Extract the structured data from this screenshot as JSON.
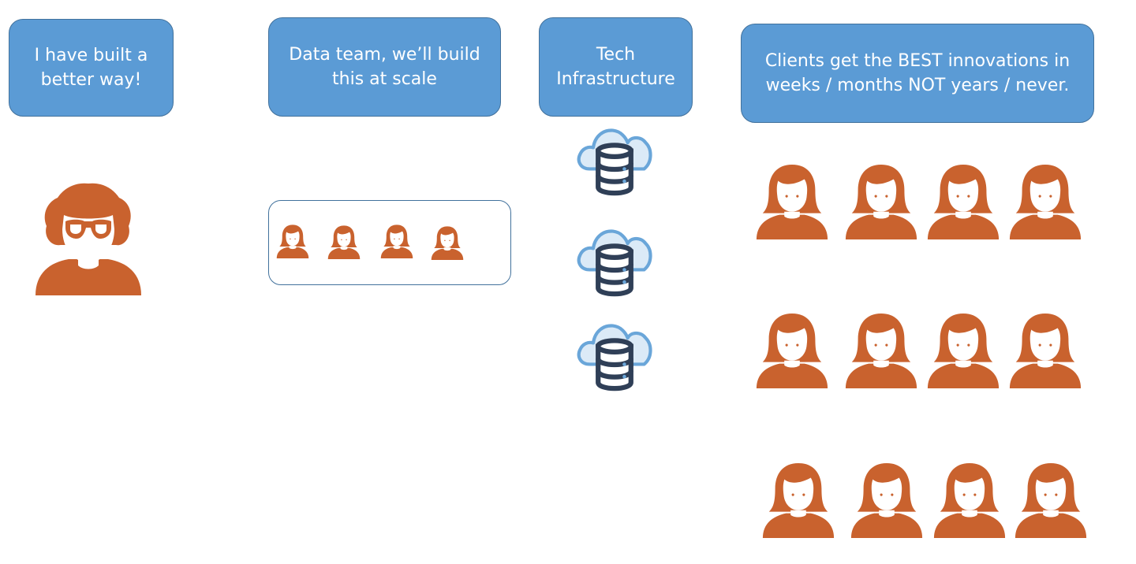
{
  "callouts": {
    "inventor": {
      "line1": "I have built a",
      "line2": "better way!"
    },
    "data_team": {
      "line1": "Data team, we’ll build",
      "line2": "this at scale"
    },
    "tech": {
      "line1": "Tech",
      "line2": "Infrastructure"
    },
    "clients": {
      "line1": "Clients get the BEST innovations in",
      "line2": "weeks / months NOT years / never."
    }
  },
  "icons": {
    "inventor": "person-with-glasses-icon",
    "team_member": "person-icon",
    "client": "person-icon",
    "infrastructure": "cloud-database-icon"
  },
  "colors": {
    "callout_fill": "#5b9bd5",
    "callout_border": "#41719c",
    "person": "#c9622e",
    "cloud_fill": "#dbeaf7",
    "cloud_stroke": "#6aa6d9",
    "database": "#2f3f57"
  }
}
